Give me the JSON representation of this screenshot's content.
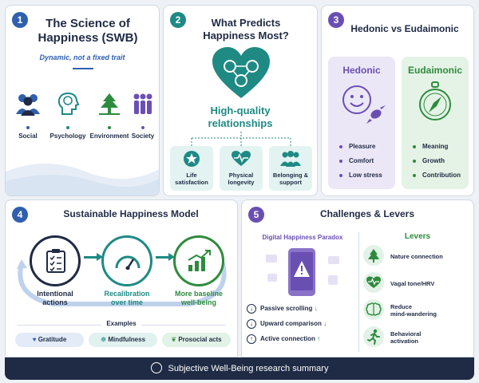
{
  "colors": {
    "navy": "#1f2a44",
    "teal": "#1f8a84",
    "purple": "#6a4fb3",
    "green": "#2e8b3e",
    "blue": "#2f5fae",
    "footer": "#1f2a44"
  },
  "panel1": {
    "number": "1",
    "title_line1": "The Science of",
    "title_line2": "Happiness (SWB)",
    "subtitle": "Dynamic, not a fixed trait",
    "factors": [
      {
        "label": "Social",
        "icon": "people-icon"
      },
      {
        "label": "Psychology",
        "icon": "head-brain-icon"
      },
      {
        "label": "Environment",
        "icon": "tree-icon"
      },
      {
        "label": "Society",
        "icon": "group-icon"
      }
    ]
  },
  "panel2": {
    "number": "2",
    "title_line1": "What Predicts",
    "title_line2": "Happiness Most?",
    "highlight_line1": "High-quality",
    "highlight_line2": "relationships",
    "outcomes": [
      {
        "line1": "Life",
        "line2": "satisfaction",
        "icon": "star-icon"
      },
      {
        "line1": "Physical",
        "line2": "longevity",
        "icon": "heartbeat-icon"
      },
      {
        "line1": "Belonging &",
        "line2": "support",
        "icon": "group-icon"
      }
    ]
  },
  "panel3": {
    "number": "3",
    "title": "Hedonic vs Eudaimonic",
    "hedonic": {
      "label": "Hedonic",
      "items": [
        "Pleasure",
        "Comfort",
        "Low stress"
      ],
      "icon": "smiley-candy-icon"
    },
    "eudaimonic": {
      "label": "Eudaimonic",
      "items": [
        "Meaning",
        "Growth",
        "Contribution"
      ],
      "icon": "compass-icon"
    }
  },
  "panel4": {
    "number": "4",
    "title": "Sustainable Happiness Model",
    "steps": [
      {
        "line1": "Intentional",
        "line2": "actions",
        "icon": "checklist-icon"
      },
      {
        "line1": "Recalibration",
        "line2": "over time",
        "icon": "gauge-icon"
      },
      {
        "line1": "More baseline",
        "line2": "well-being",
        "icon": "growth-chart-icon"
      }
    ],
    "examples_label": "Examples",
    "examples": [
      {
        "label": "Gratitude",
        "icon": "heart-icon"
      },
      {
        "label": "Mindfulness",
        "icon": "meditation-icon"
      },
      {
        "label": "Prosocial acts",
        "icon": "handshake-icon"
      }
    ]
  },
  "panel5": {
    "number": "5",
    "title": "Challenges & Levers",
    "paradox_title": "Digital Happiness Paradox",
    "paradox_items": [
      {
        "label": "Passive scrolling",
        "sign": "↓",
        "trend": "↓"
      },
      {
        "label": "Upward comparison",
        "sign": "↓",
        "trend": "↓"
      },
      {
        "label": "Active connection",
        "sign": "↑",
        "trend": "↑"
      }
    ],
    "levers_title": "Levers",
    "levers": [
      {
        "line1": "Nature connection",
        "line2": "",
        "icon": "tree-icon"
      },
      {
        "line1": "Vagal tone/HRV",
        "line2": "",
        "icon": "heart-pulse-icon"
      },
      {
        "line1": "Reduce",
        "line2": "mind-wandering",
        "icon": "brain-icon"
      },
      {
        "line1": "Behavioral",
        "line2": "activation",
        "icon": "running-icon"
      }
    ]
  },
  "footer": {
    "text": "Subjective Well-Being research summary",
    "icon": "brain-icon"
  }
}
